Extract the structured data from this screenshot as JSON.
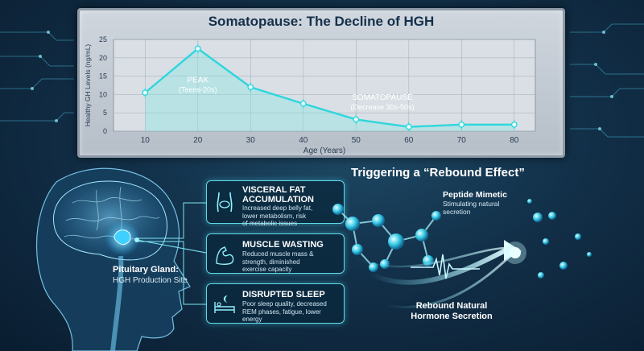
{
  "chart_data": {
    "type": "line",
    "title": "Somatopause: The Decline of HGH",
    "xlabel": "Age (Years)",
    "ylabel": "Healthy GH Levels (ng/mL)",
    "x": [
      10,
      20,
      30,
      40,
      50,
      60,
      70,
      80
    ],
    "values": [
      10.5,
      22.5,
      12,
      7.5,
      3.2,
      1.2,
      1.8,
      1.8
    ],
    "xticks": [
      "10",
      "20",
      "30",
      "40",
      "50",
      "60",
      "70",
      "80"
    ],
    "yticks": [
      "0",
      "5",
      "10",
      "15",
      "20",
      "25"
    ],
    "xlim": [
      4,
      84
    ],
    "ylim": [
      0,
      25
    ],
    "grid": true,
    "annotations": [
      {
        "label": "PEAK",
        "sub": "(Teens-20s)"
      },
      {
        "label": "SOMATOPAUSE",
        "sub": "(Decrease 30s-50s)"
      }
    ],
    "colors": {
      "line": "#2fd6dc",
      "fill": "#7fe8e4"
    }
  },
  "pituitary": {
    "title": "Pituitary Gland:",
    "subtitle": "HGH Production Site"
  },
  "cards": [
    {
      "title_line1": "VISCERAL FAT",
      "title_line2": "ACCUMULATION",
      "desc_lines": [
        "Increased deep belly fat,",
        "lower metabolism, risk",
        "of metabolic issues"
      ],
      "icon": "torso-icon"
    },
    {
      "title_line1": "MUSCLE WASTING",
      "desc_lines": [
        "Reduced muscle mass &",
        "strength, diminished",
        "exercise capacity"
      ],
      "icon": "flexed-arm-icon"
    },
    {
      "title_line1": "DISRUPTED SLEEP",
      "desc_lines": [
        "Poor sleep quality, decreased",
        "REM phases, fatigue, lower",
        "energy"
      ],
      "icon": "bed-moon-icon"
    }
  ],
  "rebound": {
    "title": "Triggering a “Rebound Effect”",
    "peptide_title": "Peptide Mimetic",
    "peptide_sub_1": "Stimulating natural",
    "peptide_sub_2": "secretion",
    "result_line1": "Rebound Natural",
    "result_line2": "Hormone Secretion"
  },
  "colors": {
    "accent": "#5fd9e6",
    "background": "#123049",
    "panel": "#c4ccd5"
  }
}
